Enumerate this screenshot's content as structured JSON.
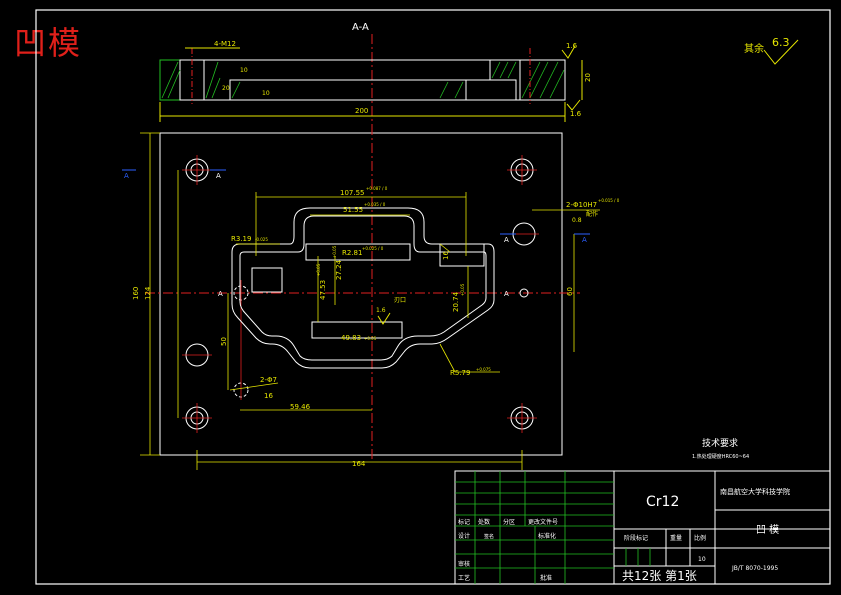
{
  "corner_title": "凹模",
  "section_label": "A-A",
  "section_marks": [
    "A",
    "A",
    "A",
    "A",
    "A",
    "A"
  ],
  "section_view": {
    "dims": {
      "holes": "4-M12",
      "width": "200",
      "thickness": "20",
      "step": "10",
      "depth": "10",
      "small": "20"
    },
    "roughness_top": "1.6",
    "roughness_bottom": "1.6"
  },
  "roughness_general": {
    "label": "其余",
    "value": "6.3"
  },
  "plan_view": {
    "dims": {
      "overall_height": "160",
      "inner_height": "124",
      "overall_width": "164",
      "cavity_width": "107.55",
      "cavity_width_tol": "+0.087 / 0",
      "top_slot": "51.55",
      "top_slot_tol": "+0.035 / 0",
      "left_radius": "R3.19",
      "left_radius_tol": "-0.025",
      "inner_radius": "R2.81",
      "inner_radius_tol": "+0.025 / 0",
      "height_a": "47.53",
      "height_a_tol": "+0.05",
      "height_b": "27.24",
      "height_b_tol": "+0.05",
      "right_height": "20.74",
      "right_height_tol": "+0.05",
      "side_16": "16",
      "bottom_slot": "49.83",
      "bottom_slot_tol": "+0.05",
      "bottom_radius": "R5.79",
      "bottom_radius_tol": "+0.075",
      "pin_holes": "2-Φ10H7",
      "pin_holes_tol": "+0.015 / 0",
      "pin_note": "配作",
      "pin_roughness": "0.8",
      "right_spacing": "60",
      "left_offset": "50",
      "bottom_offset": "59.46",
      "small_holes": "2-Φ7",
      "small_depth": "16",
      "edge_roughness": "1.6",
      "edge_note": "刃口"
    }
  },
  "tech_requirements": {
    "title": "技术要求",
    "item1": "1.热处理硬度HRC60~64"
  },
  "title_block": {
    "material": "Cr12",
    "school": "南昌航空大学科技学院",
    "part_name": "凹  模",
    "standard": "JB/T 8070-1995",
    "sheet_info": "共12张  第1张",
    "row_labels": [
      "标记",
      "处数",
      "分区",
      "更改文件号",
      "设计",
      "标准化",
      "审核",
      "工艺"
    ],
    "row_values": {
      "design_value": "签名",
      "standard_value": "标准化",
      "approve": "批准"
    },
    "stage_header": "阶段标记",
    "weight_header": "重量",
    "scale_header": "比例",
    "scale_value": "10"
  }
}
